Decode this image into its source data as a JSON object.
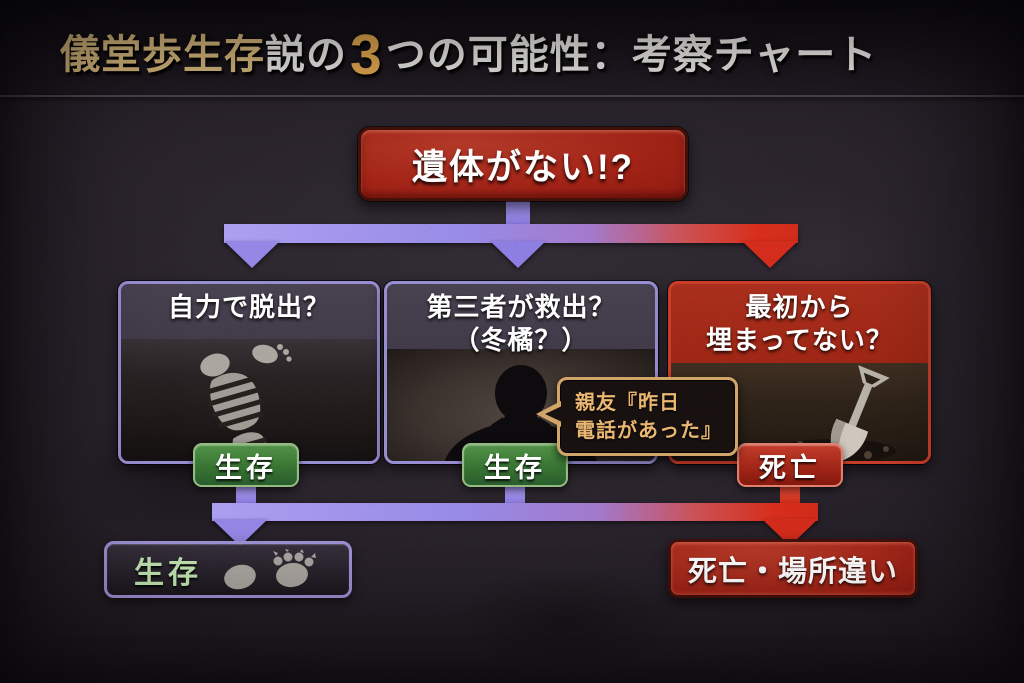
{
  "title": {
    "segments": [
      {
        "text": "儀堂歩生存"
      },
      {
        "text": "説の"
      },
      {
        "text": "3"
      },
      {
        "text": "つの可能性：考察チャート"
      }
    ]
  },
  "root_node": {
    "label": "遺体がない!?"
  },
  "branches": [
    {
      "question_line1": "自力で脱出？",
      "question_line2": "",
      "outcome": "生存",
      "icon": "footprints-icon"
    },
    {
      "question_line1": "第三者が救出？",
      "question_line2": "（冬橘？）",
      "outcome": "生存",
      "icon": "person-silhouette-icon"
    },
    {
      "question_line1": "最初から",
      "question_line2": "埋まってない？",
      "outcome": "死亡",
      "icon": "shovel-icon"
    }
  ],
  "speech_bubble": {
    "line1": "親友『昨日",
    "line2": "電話があった』"
  },
  "results": {
    "left": {
      "label": "生存",
      "icon": "paw-prints-icon"
    },
    "right": {
      "label": "死亡・場所違い"
    }
  },
  "colors": {
    "background": "#201c22",
    "title_gold": "#d9b878",
    "title_number_gold": "#e8a94e",
    "arrow_purple": "#8f81e4",
    "arrow_red": "#d22a1b",
    "node_red": "#9c2115",
    "box_purple_border": "#9188cf",
    "box_red_border": "#c63a26",
    "badge_green": "#356f30",
    "badge_red": "#9c2416",
    "bubble_border_gold": "#cfa163",
    "bubble_text_gold": "#e9b36b",
    "result_green_text": "#bfe3ac"
  }
}
